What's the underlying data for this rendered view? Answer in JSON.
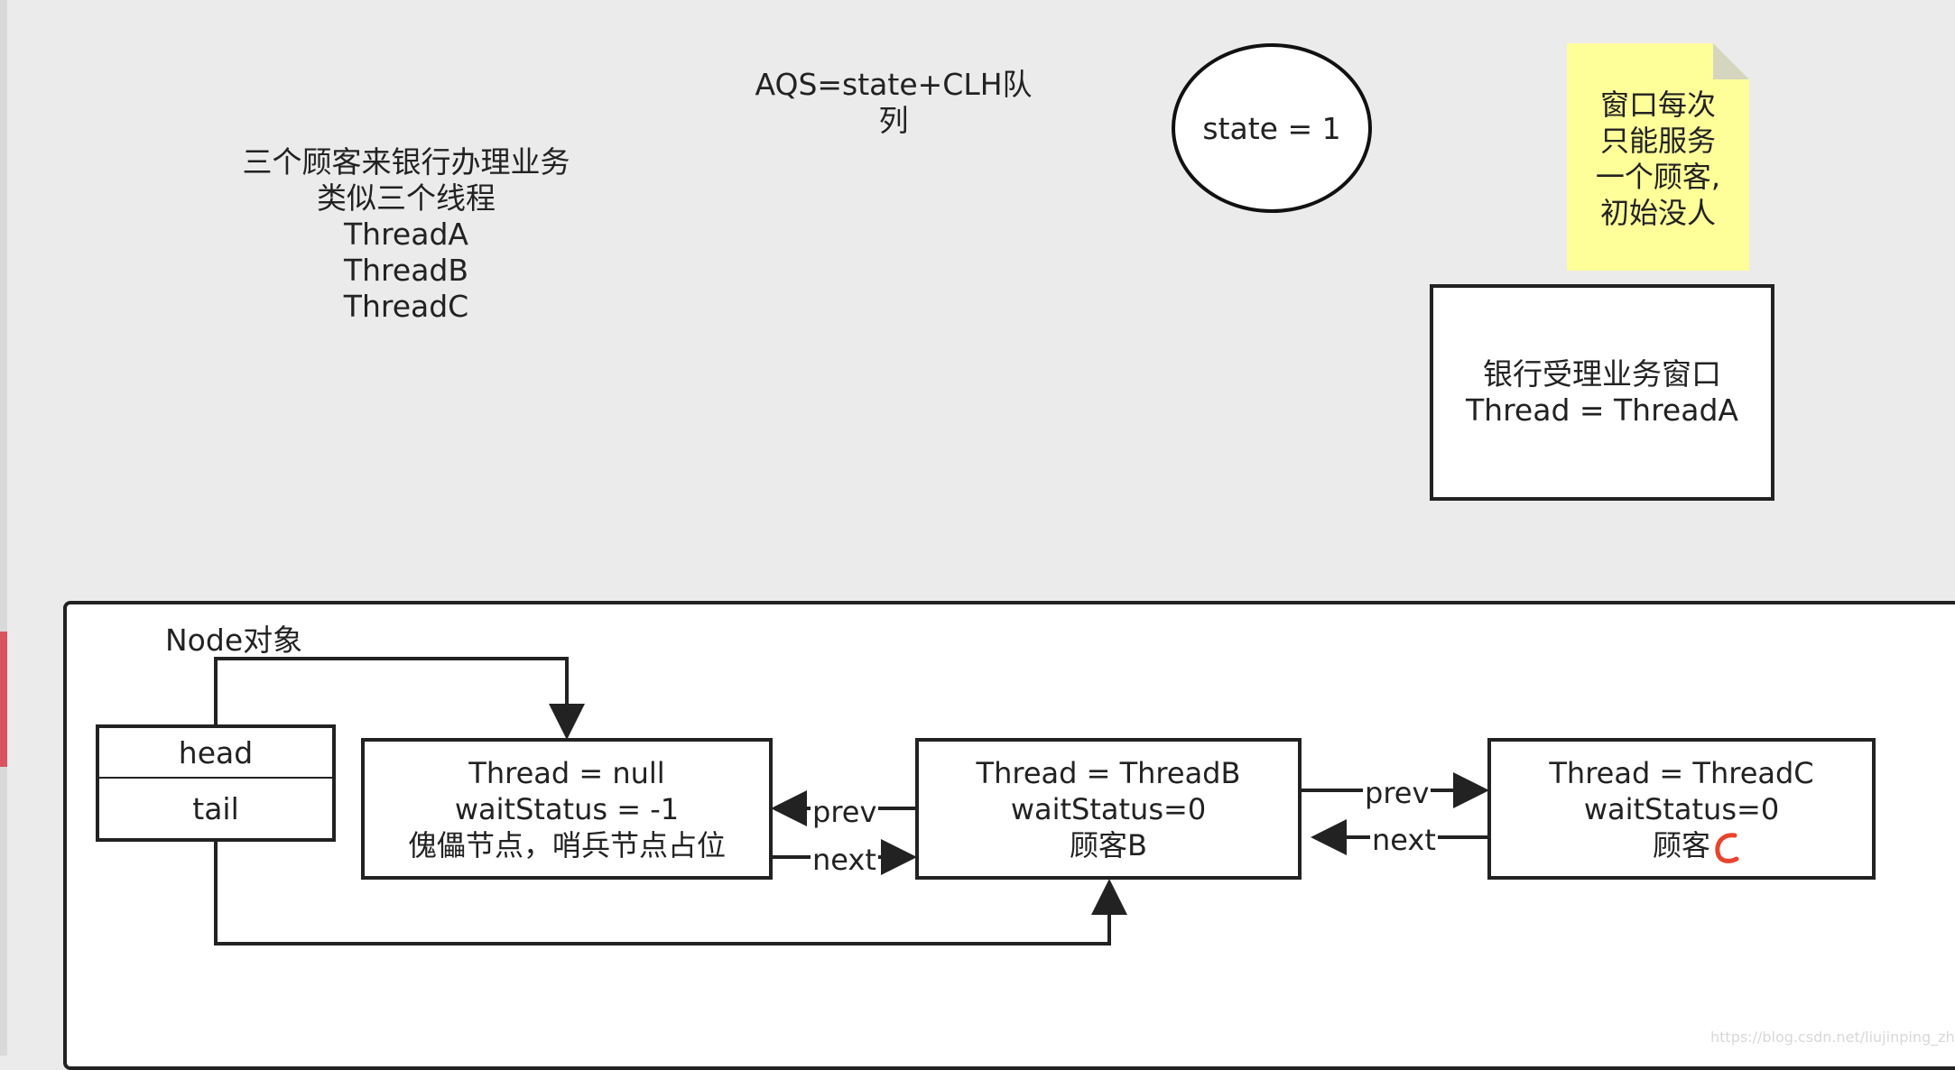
{
  "intro": {
    "lines": "三个顾客来银行办理业务\n类似三个线程\nThreadA\nThreadB\nThreadC"
  },
  "aqs_formula": "AQS=state+CLH队\n列",
  "state_circle": "state = 1",
  "sticky_note": "窗口每次\n只能服务\n一个顾客,\n初始没人",
  "window_box": "银行受理业务窗口\nThread = ThreadA",
  "node_panel": {
    "title": "Node对象",
    "head_label": "head",
    "tail_label": "tail",
    "sentinel_node": "Thread = null\nwaitStatus = -1\n傀儡节点，哨兵节点占位",
    "node_b": "Thread = ThreadB\nwaitStatus=0\n顾客B",
    "node_c": "Thread = ThreadC\nwaitStatus=0\n顾客",
    "link_prev_1": "prev",
    "link_next_1": "next",
    "link_prev_2": "prev",
    "link_next_2": "next"
  },
  "watermark": "https://blog.csdn.net/liujinping_zhang",
  "colors": {
    "canvas": "#ebebeb",
    "sticky": "#ffff99",
    "stroke": "#222222",
    "cursor": "#e8432d"
  }
}
